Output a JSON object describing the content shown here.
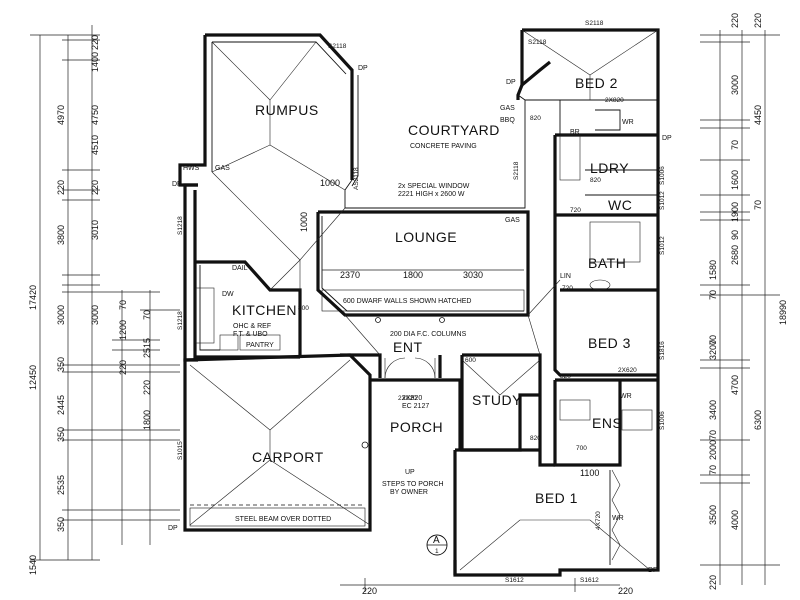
{
  "rooms": {
    "rumpus": "RUMPUS",
    "courtyard": "COURTYARD",
    "courtyard_note": "CONCRETE PAVING",
    "bed2": "BED 2",
    "lounge": "LOUNGE",
    "kitchen": "KITCHEN",
    "bed3": "BED 3",
    "bath": "BATH",
    "study": "STUDY",
    "porch": "PORCH",
    "ens": "ENS",
    "carport": "CARPORT",
    "bed1": "BED 1",
    "ent": "ENT",
    "lndry": "LDRY",
    "wc": "WC"
  },
  "notes": {
    "dwarf_walls": "600 DWARF WALLS SHOWN HATCHED",
    "special_window": "2x SPECIAL WINDOW",
    "special_window_size": "2221 HIGH x 2600 W",
    "steel_beam": "STEEL BEAM OVER DOTTED",
    "steps": "STEPS TO PORCH",
    "by_owner": "BY OWNER",
    "up": "UP",
    "columns": "200 DIA F.C. COLUMNS",
    "porch_window": "2X820",
    "porch_window2": "EC 2127",
    "ohc": "OHC & REF",
    "ft_ubo": "F.T. & UBO",
    "pantry": "PANTRY",
    "dw": "DW",
    "dail": "DAIL",
    "hws": "HWS",
    "gas_1": "GAS",
    "gas_2": "GAS",
    "gas_3": "GAS",
    "bbq": "BBQ",
    "dp_1": "DP",
    "dp_2": "DP",
    "dp_3": "DP",
    "dp_4": "DP",
    "dp_5": "DP",
    "dp_6": "DP",
    "wr_1": "WR",
    "wr_2": "WR",
    "wr_3": "WR",
    "br": "BR",
    "lin": "LIN",
    "section_a": "A",
    "section_num": "1"
  },
  "door_marks": {
    "d820_1": "820",
    "d820_2": "820",
    "d820_3": "820",
    "d820_4": "820",
    "d720_1": "720",
    "d720_2": "720",
    "x2x820_1": "2X820",
    "x2x820_2": "2X820",
    "x2x620": "2X620",
    "d700": "700",
    "d800": "800",
    "d600": "600"
  },
  "window_marks": {
    "s2118_a": "S2118",
    "s2118_b": "S2118",
    "s2118_c": "S2118",
    "s2118_d": "S2118",
    "s1218_a": "S1218",
    "s1218_b": "S1218",
    "s1012_a": "S1012",
    "s1012_b": "S1012",
    "s1006": "S1006",
    "s1006_b": "S1006",
    "s1612_a": "S1612",
    "s1612_b": "S1612",
    "s1015": "S1015",
    "s1816": "S1816",
    "as2118": "AS2118"
  },
  "inner_dims": {
    "d1000_a": "1000",
    "d1000_b": "1000",
    "d2370": "2370",
    "d1800": "1800",
    "d3030": "3030",
    "d1100": "1100",
    "d820_v": "820",
    "d2x820_v": "2X820",
    "d4X720": "4X720"
  },
  "left_dims": {
    "outer": [
      "17420",
      "12450",
      "1540"
    ],
    "col1": [
      "4970",
      "220",
      "3000",
      "3800",
      "70",
      "2535",
      "350",
      "2445",
      "350",
      "220"
    ],
    "col2": [
      "220",
      "1400",
      "4750",
      "4510",
      "220",
      "3010",
      "3000",
      "1200",
      "70",
      "2515",
      "1800"
    ]
  },
  "right_dims": {
    "outer": [
      "18990"
    ],
    "col1": [
      "220",
      "3000",
      "1600",
      "1900",
      "2680",
      "1580",
      "3200",
      "3400",
      "2000",
      "3500",
      "220",
      "70",
      "90",
      "70",
      "70",
      "70",
      "70"
    ],
    "col2": [
      "220",
      "4450",
      "70",
      "4700",
      "6300",
      "4000"
    ]
  },
  "bottom_dims": [
    "220",
    "220"
  ]
}
